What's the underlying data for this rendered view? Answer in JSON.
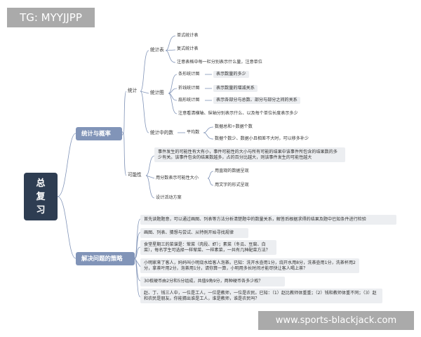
{
  "watermarks": {
    "top_left": "TG: MYYJJPP",
    "bottom_right": "www.sports-blackjack.com"
  },
  "root": {
    "line1": "总",
    "line2": "复",
    "line3": "习"
  },
  "branch_stats": {
    "label": "统计与概率",
    "tongji": {
      "label": "统计",
      "tongjibiao": {
        "label": "统计表",
        "items": [
          "单式统计表",
          "复式统计表",
          "注意表格中每一栏分别表示什么量，注意单位"
        ]
      },
      "tongjitu": {
        "label": "统计图",
        "types": [
          {
            "name": "条形统计图",
            "desc": "表示数量的多少"
          },
          {
            "name": "折线统计图",
            "desc": "表示数量的增减关系"
          },
          {
            "name": "扇形统计图",
            "desc": "表示各部分与总数、部分与部分之间的关系"
          }
        ],
        "note": "注意看清横轴、纵轴分别表示什么、以及每个单位长度表示多少"
      },
      "shu": {
        "label": "统计中的数",
        "pingjunshu": "平均数",
        "items": [
          "数据总和÷数据个数",
          "数据个数少、数据小且相差不大时，可以移多补少"
        ]
      }
    },
    "kenengxing": {
      "label": "可能性",
      "desc": "事件发生的可能性有大有小，事件可能性的大小与所有可能的结果中该事件所包含的结果数的多少有关。该事件包含的结果数越多，占的百分比越大，则该事件发生的可能性越大",
      "fenshu": {
        "label": "用分数表示可能性大小",
        "items": [
          "用直观的数据呈现",
          "用文字的形式呈现"
        ]
      },
      "design": "设计活动方案"
    }
  },
  "branch_problem": {
    "label": "解决问题的策略",
    "items": [
      "首先读题题意，可以通过画图、列表等方法分析清楚题中的数量关系，解答后根据求得的结果及题中已知条件进行检验",
      "画图、列表、猜想与尝试、从特例开始寻找规律",
      "食堂星期三的菜谱是：荤菜（肉段、虾）；素菜（冬瓜、豆腐、白菜），每名学生可选择一样荤菜、一样素菜，一共有几种配菜方法？",
      "小明家来了客人，妈妈叫小明烧水给客人泡茶。已知：洗开水壶用1分，烧开水用8分，洗茶壶用1分，洗茶杯用2分，拿茶叶用2分，泡茶用1分，请你算一算，小明用多长时间才能尽快让客人喝上茶？",
      "30枚硬币由2分和5分组成，共值9角9分，两种硬币各多少枚？",
      "赵、丁、钱三人中，一位是工人，一位是教师，一位是农民。已知：（1）赵比教师体重重；（2）钱和教师体重不同；（3）赵和农民是朋友。你能猜出谁是工人，谁是教师，谁是农民吗？"
    ]
  }
}
